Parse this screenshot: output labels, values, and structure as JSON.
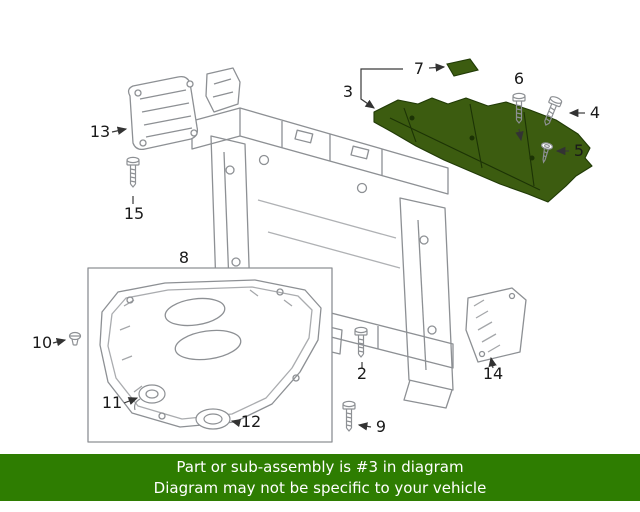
{
  "page": {
    "background": "#ffffff"
  },
  "diagram": {
    "type": "auto-parts-exploded-diagram",
    "highlighted_part": "3",
    "highlight_color": "#3c5c10",
    "highlight_stroke": "#203a06",
    "line_color": "#8d9094",
    "leader_color": "#3a3a3a",
    "callout_color": "#1a1a1a",
    "callouts": {
      "c2": "2",
      "c3": "3",
      "c4": "4",
      "c5": "5",
      "c6": "6",
      "c7": "7",
      "c8": "8",
      "c9": "9",
      "c10": "10",
      "c11": "11",
      "c12": "12",
      "c13": "13",
      "c14": "14",
      "c15": "15"
    }
  },
  "banner": {
    "line1": "Part or sub-assembly is #3 in diagram",
    "line2": "Diagram may not be specific to your vehicle",
    "background": "#2e7d01",
    "text_color": "#ffffff"
  }
}
